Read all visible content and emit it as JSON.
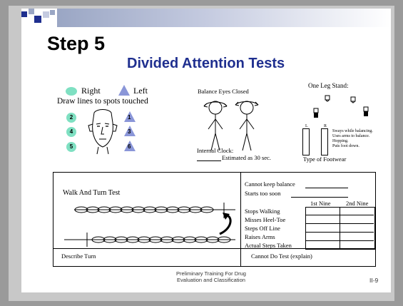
{
  "slide": {
    "title": "Step 5",
    "subtitle": "Divided Attention Tests",
    "footer_line1": "Preliminary Training For Drug",
    "footer_line2": "Evaluation and Classification",
    "page_number": "II-9"
  },
  "finger_to_nose": {
    "right_label": "Right",
    "left_label": "Left",
    "instruction": "Draw lines to spots touched",
    "right_spots": [
      "2",
      "4",
      "5"
    ],
    "left_spots": [
      "1",
      "3",
      "6"
    ]
  },
  "balance": {
    "title": "Balance Eyes Closed",
    "internal_clock_label": "Internal Clock:",
    "estimated_text": "Estimated as 30 sec."
  },
  "one_leg_stand": {
    "title": "One Leg Stand:",
    "col_left": "L",
    "col_right": "R",
    "notes": [
      "Sways while balancing.",
      "Uses arms to balance.",
      "Hopping.",
      "Puts foot down."
    ],
    "footwear_label": "Type of Footwear"
  },
  "walk_and_turn": {
    "title": "Walk And Turn Test",
    "cannot_keep_balance": "Cannot keep balance",
    "starts_too_soon": "Starts too soon",
    "col_first_nine": "1st Nine",
    "col_second_nine": "2nd Nine",
    "rows": [
      "Stops Walking",
      "Misses Heel-Toe",
      "Steps Off Line",
      "Raises Arms",
      "Actual Steps Taken"
    ],
    "describe_turn": "Describe Turn",
    "cannot_do_test": "Cannot Do Test (explain)"
  },
  "colors": {
    "accent_blue": "#1f2f8f",
    "dot_green": "#7fe0c2",
    "triangle_blue": "#8a96d8",
    "header_gradient": "#9aa6c4"
  }
}
